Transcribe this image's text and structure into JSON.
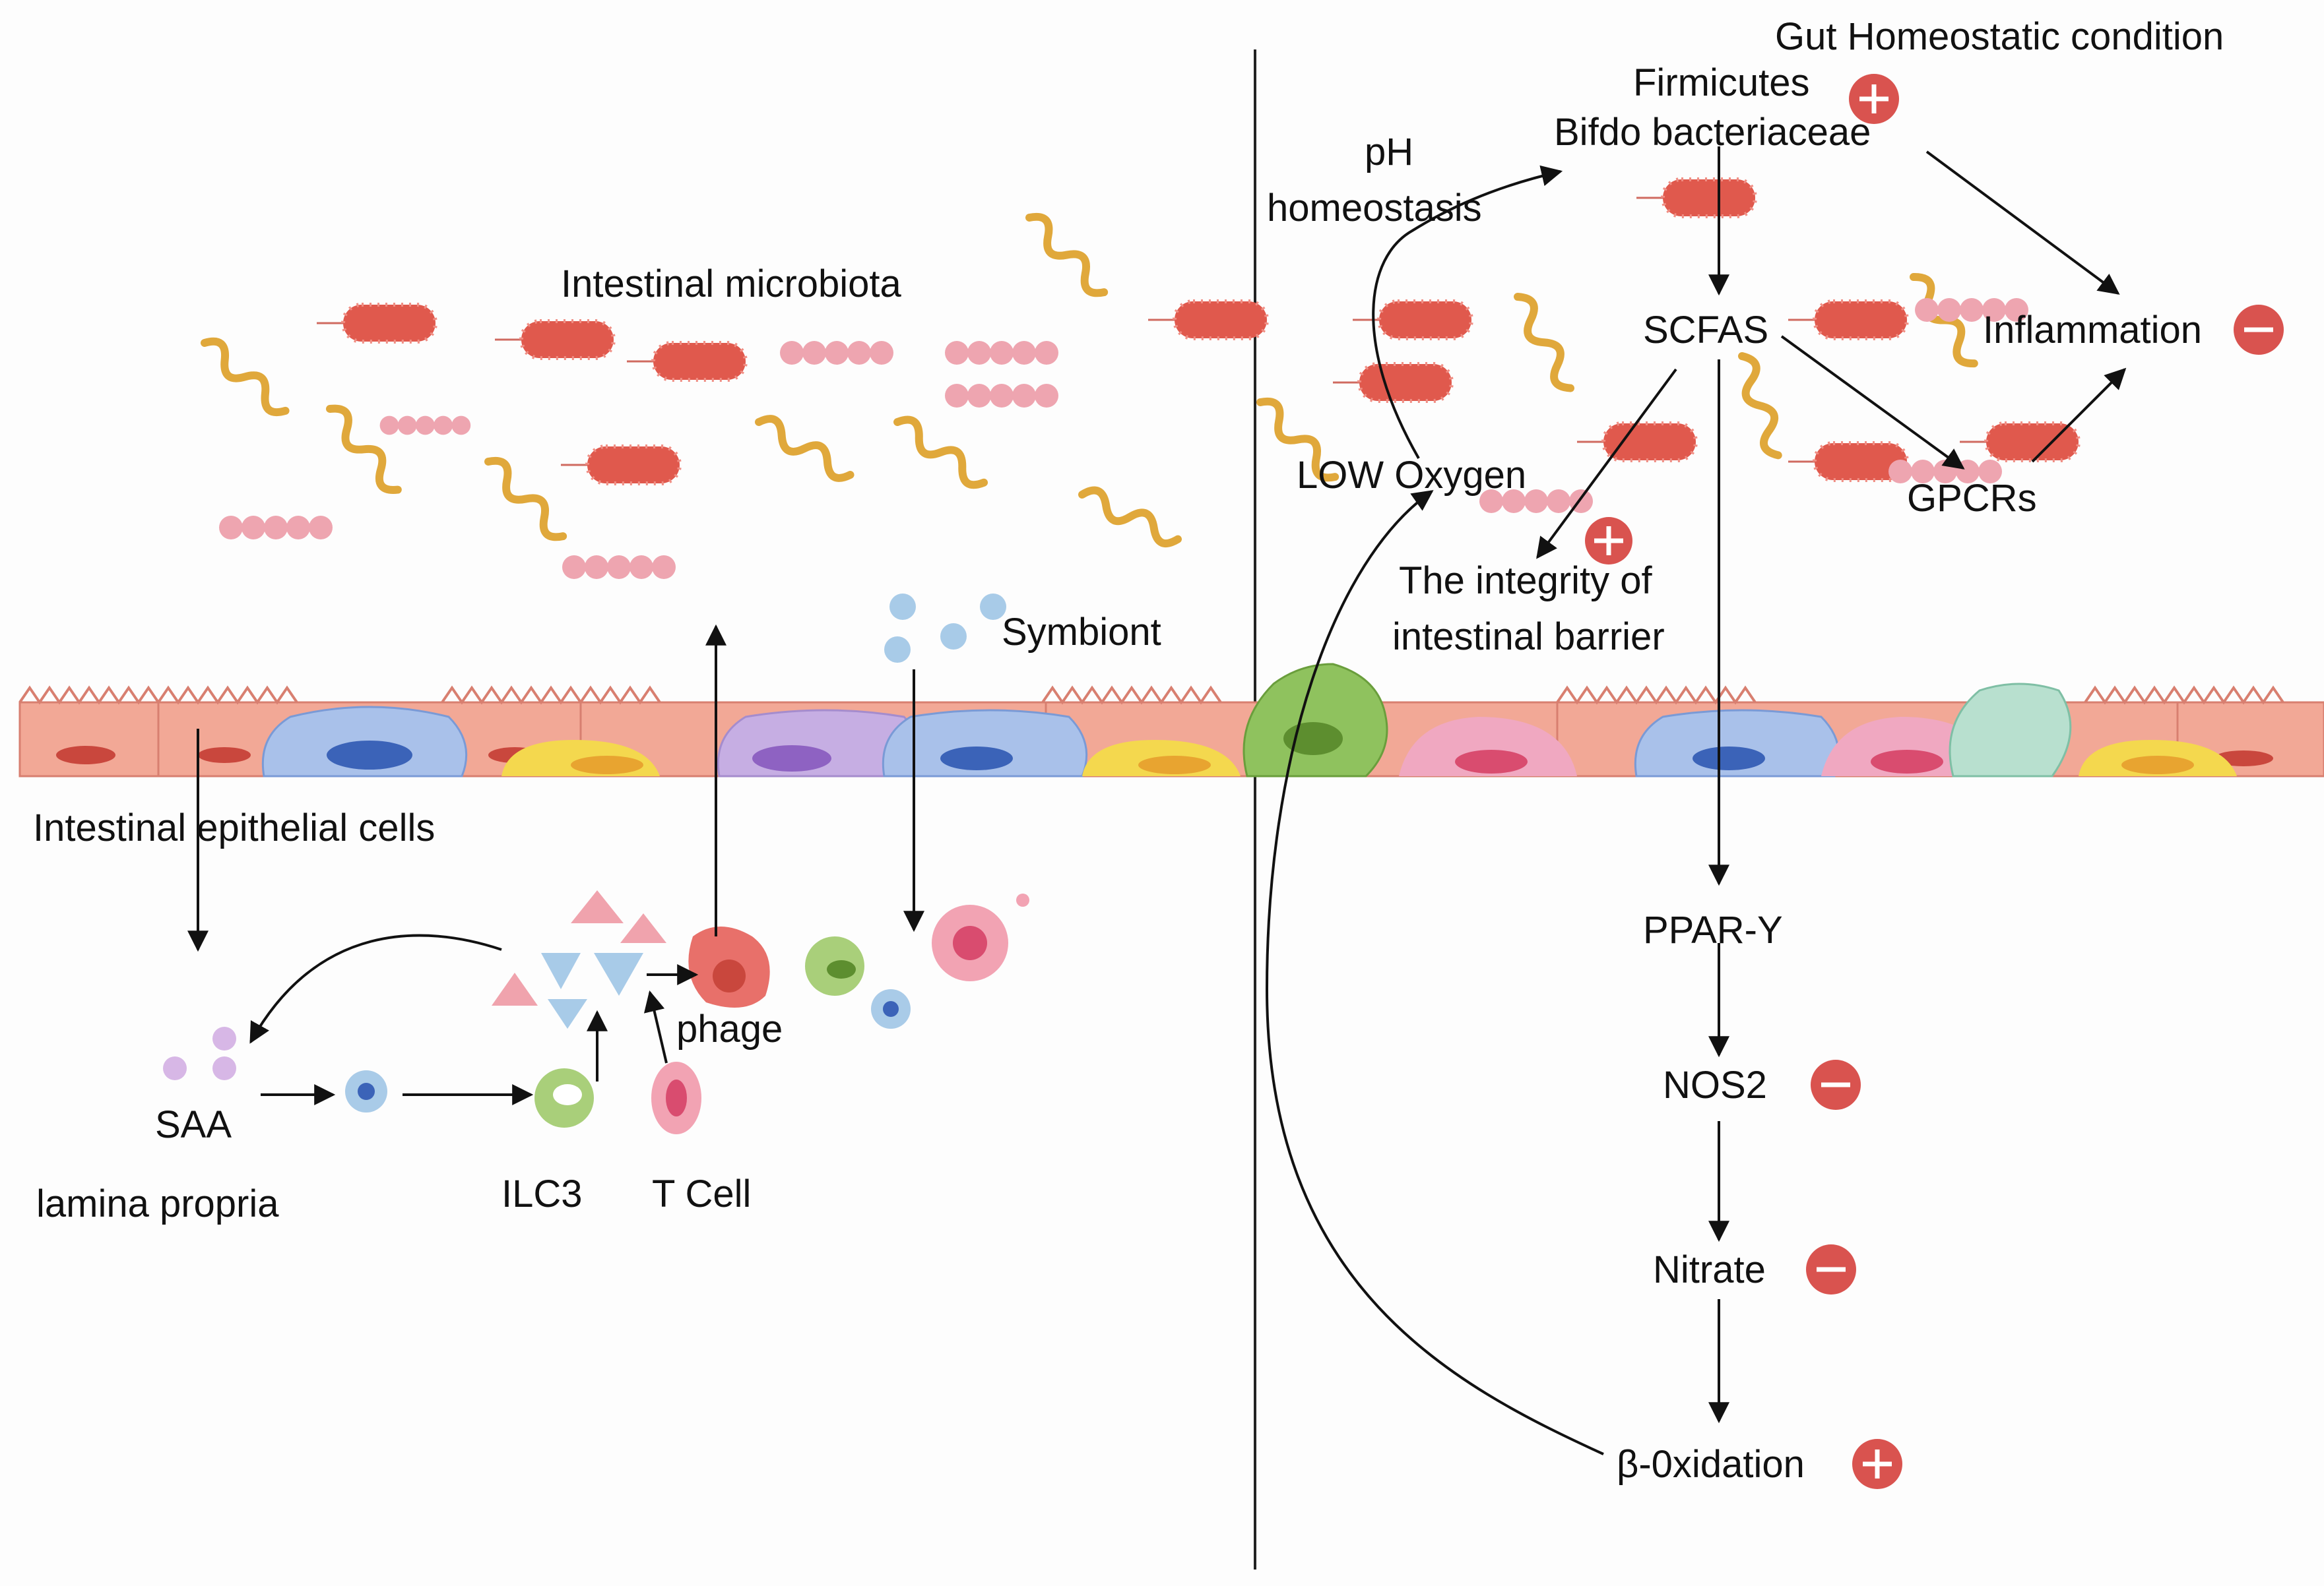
{
  "left_panel": {
    "microbiota_label": "Intestinal microbiota",
    "symbiont_label": "Symbiont",
    "epithelial_label": "Intestinal epithelial cells",
    "phage_label": "phage",
    "saa_label": "SAA",
    "ilc3_label": "ILC3",
    "tcell_label": "T Cell",
    "lamina_label": "lamina propria"
  },
  "right_panel": {
    "title": "Gut Homeostatic condition",
    "firmicutes_label": "Firmicutes",
    "bifdo_label": "Bifdo bacteriaceae",
    "ph_label": "pH",
    "ph_label_2": "homeostasis",
    "scfas_label": "SCFAS",
    "inflammation_label": "Inflammation",
    "low_oxygen_label": "LOW Oxygen",
    "gpcrs_label": "GPCRs",
    "barrier_label_1": "The integrity of",
    "barrier_label_2": "intestinal barrier",
    "ppar_label": "PPAR-Y",
    "nos2_label": "NOS2",
    "nitrate_label": "Nitrate",
    "oxidation_label": "β-0xidation"
  },
  "colors": {
    "plus_badge": "#d9534f",
    "minus_badge": "#d9534f",
    "bacteria_rod": "#e0594d",
    "bacteria_spiral": "#e0a83b",
    "cocci": "#eea5b0",
    "epithelium": "#f2a896"
  }
}
